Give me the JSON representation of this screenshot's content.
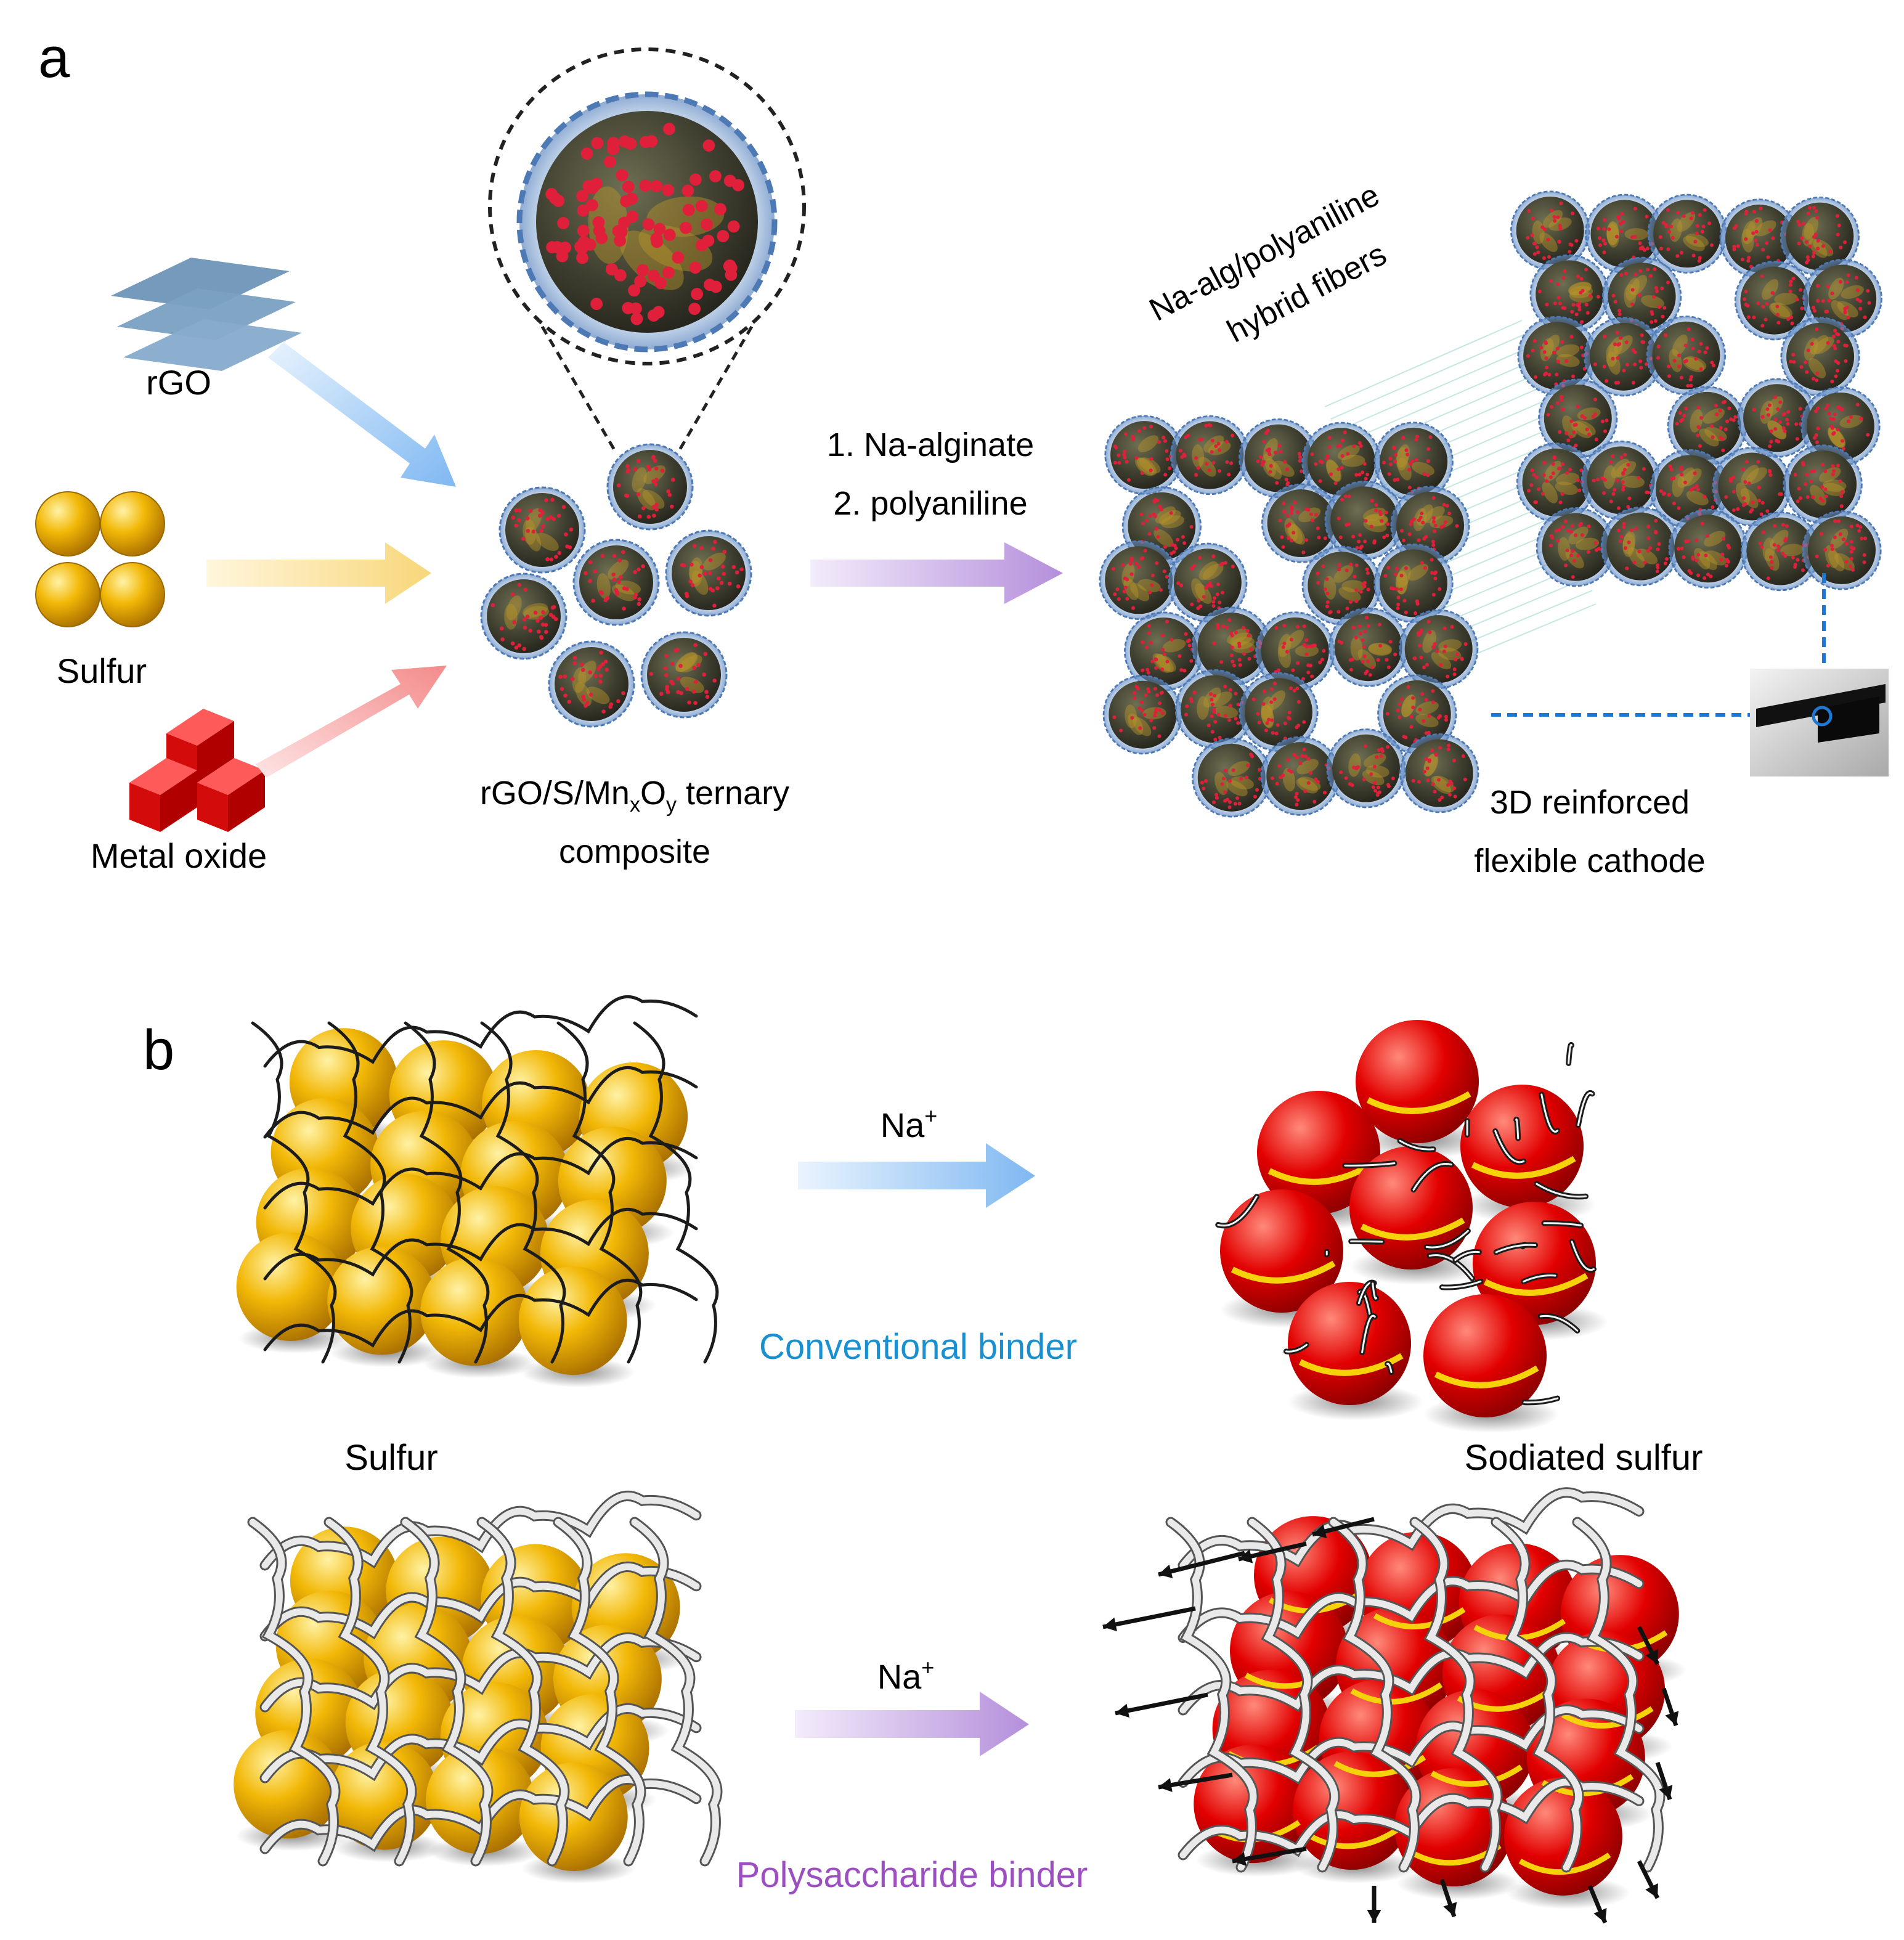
{
  "panel_a": {
    "letter": "a",
    "inputs": {
      "rgo": "rGO",
      "sulfur": "Sulfur",
      "metal_oxide": "Metal oxide"
    },
    "composite": {
      "line1_prefix": "rGO/S/Mn",
      "sub_x": "x",
      "o_letter": "O",
      "sub_y": "y",
      "line1_suffix": " ternary",
      "line2": "composite"
    },
    "steps": {
      "step1": "1. Na-alginate",
      "step2": "2. polyaniline"
    },
    "fibers": {
      "line1": "Na-alg/polyaniline",
      "line2": "hybrid fibers"
    },
    "cathode": {
      "line1": "3D reinforced",
      "line2": "flexible cathode"
    }
  },
  "panel_b": {
    "letter": "b",
    "top_ion": "Na",
    "bottom_ion": "Na",
    "ion_charge": "+",
    "conventional": "Conventional binder",
    "polysaccharide": "Polysaccharide binder",
    "sulfur": "Sulfur",
    "sodiated": "Sodiated sulfur"
  },
  "colors": {
    "sulfur_gold": "#f0b400",
    "sodiated_red": "#e00000",
    "rgo_blue": "#6f95b8",
    "oxide_red": "#e41010",
    "conventional_text": "#1a90d0",
    "polysaccharide_text": "#9b4fc0",
    "arrow_blue": "#7fb8f2",
    "arrow_yellow": "#f8d77a",
    "arrow_red": "#f48b8b",
    "arrow_purple": "#b58fdb",
    "guide_blue": "#1e78d2"
  }
}
